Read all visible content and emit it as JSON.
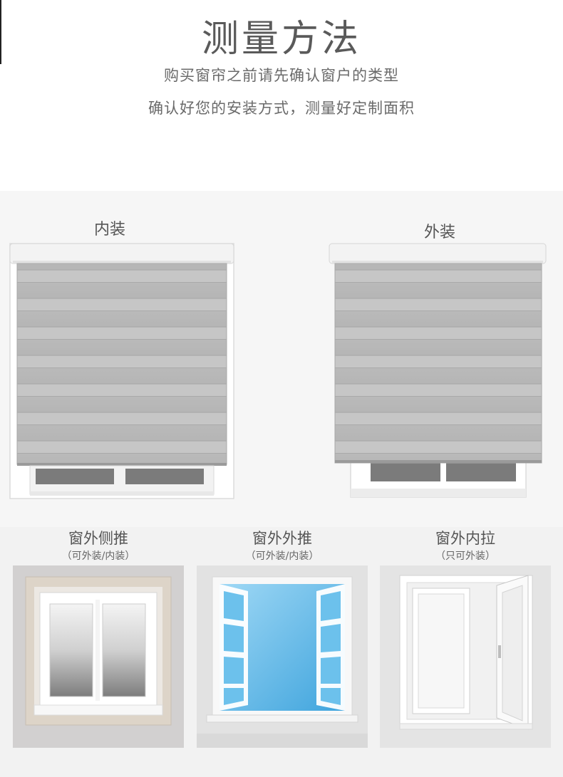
{
  "header": {
    "title": "测量方法",
    "subtitle_line1": "购买窗帘之前请先确认窗户的类型",
    "subtitle_line2": "确认好您的安装方式，测量好定制面积"
  },
  "mount_types": {
    "inside": {
      "label": "内装"
    },
    "outside": {
      "label": "外装"
    }
  },
  "window_types": [
    {
      "title": "窗外侧推",
      "note": "（可外装/内装）"
    },
    {
      "title": "窗外外推",
      "note": "（可外装/内装）"
    },
    {
      "title": "窗外内拉",
      "note": "（只可外装）"
    }
  ],
  "colors": {
    "blind_gray": "#b9b9b9",
    "blind_band": "#c8c8c8",
    "sky_blue": "#5fb8e6",
    "panel_bg": "#f6f6f6"
  }
}
